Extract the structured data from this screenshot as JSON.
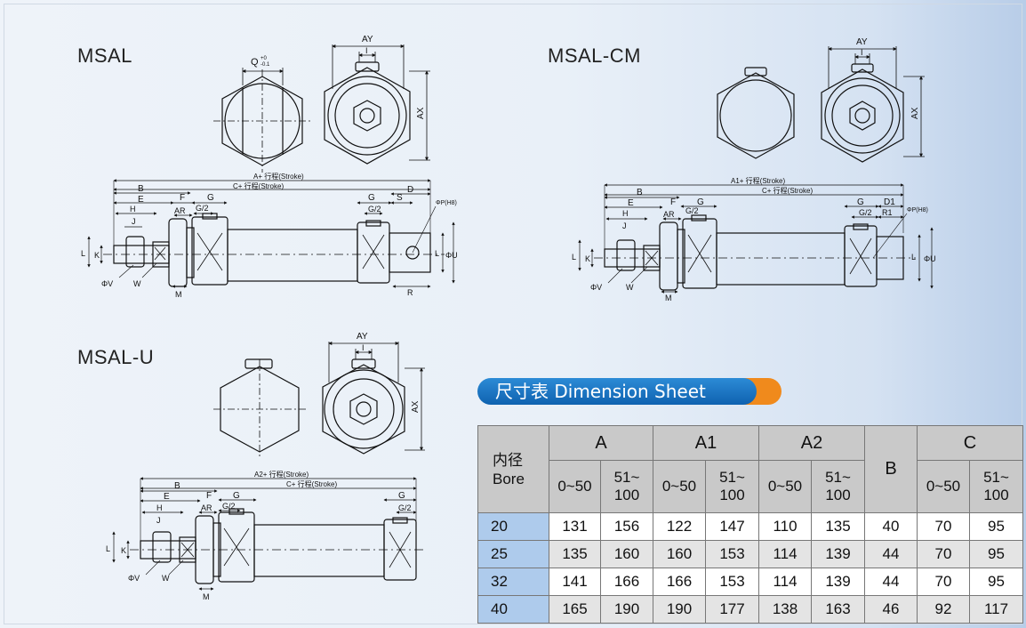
{
  "models": [
    {
      "id": "msal",
      "name": "MSAL"
    },
    {
      "id": "msal-cm",
      "name": "MSAL-CM"
    },
    {
      "id": "msal-u",
      "name": "MSAL-U"
    }
  ],
  "drawing_labels": {
    "q_tol": "Q",
    "q_plus": "+0",
    "q_minus": "-0.1",
    "ay": "AY",
    "i": "I",
    "ax": "AX",
    "a_stroke": "A+ 行程(Stroke)",
    "a1_stroke": "A1+ 行程(Stroke)",
    "a2_stroke": "A2+ 行程(Stroke)",
    "c_stroke": "C+ 行程(Stroke)",
    "b": "B",
    "e": "E",
    "f": "F",
    "g": "G",
    "g2": "G/2",
    "h": "H",
    "j": "J",
    "ar": "AR",
    "s": "S",
    "d": "D",
    "d1": "D1",
    "r1": "R1",
    "r": "R",
    "phi_p": "ΦP(H8)",
    "l": "L",
    "k": "K",
    "phi_u": "ΦU",
    "phi_v": "ΦV",
    "w": "W",
    "m": "M"
  },
  "sheet": {
    "title": "尺寸表 Dimension Sheet",
    "bore_label_cn": "内径",
    "bore_label_en": "Bore",
    "groups": [
      "A",
      "A1",
      "A2",
      "B",
      "C"
    ],
    "range_low": "0~50",
    "range_high_1": "51~",
    "range_high_2": "100",
    "rows": [
      {
        "bore": "20",
        "a1": "131",
        "a2": "156",
        "a1_1": "122",
        "a1_2": "147",
        "a2_1": "110",
        "a2_2": "135",
        "b": "40",
        "c1": "70",
        "c2": "95"
      },
      {
        "bore": "25",
        "a1": "135",
        "a2": "160",
        "a1_1": "160",
        "a1_2": "153",
        "a2_1": "114",
        "a2_2": "139",
        "b": "44",
        "c1": "70",
        "c2": "95"
      },
      {
        "bore": "32",
        "a1": "141",
        "a2": "166",
        "a1_1": "166",
        "a1_2": "153",
        "a2_1": "114",
        "a2_2": "139",
        "b": "44",
        "c1": "70",
        "c2": "95"
      },
      {
        "bore": "40",
        "a1": "165",
        "a2": "190",
        "a1_1": "190",
        "a1_2": "177",
        "a2_1": "138",
        "a2_2": "163",
        "b": "46",
        "c1": "92",
        "c2": "117"
      }
    ]
  },
  "colors": {
    "tag_blue": "#1470c0",
    "tag_orange": "#f08a1c",
    "bore_cell": "#aecbec",
    "header_gray": "#c9c9c9"
  }
}
